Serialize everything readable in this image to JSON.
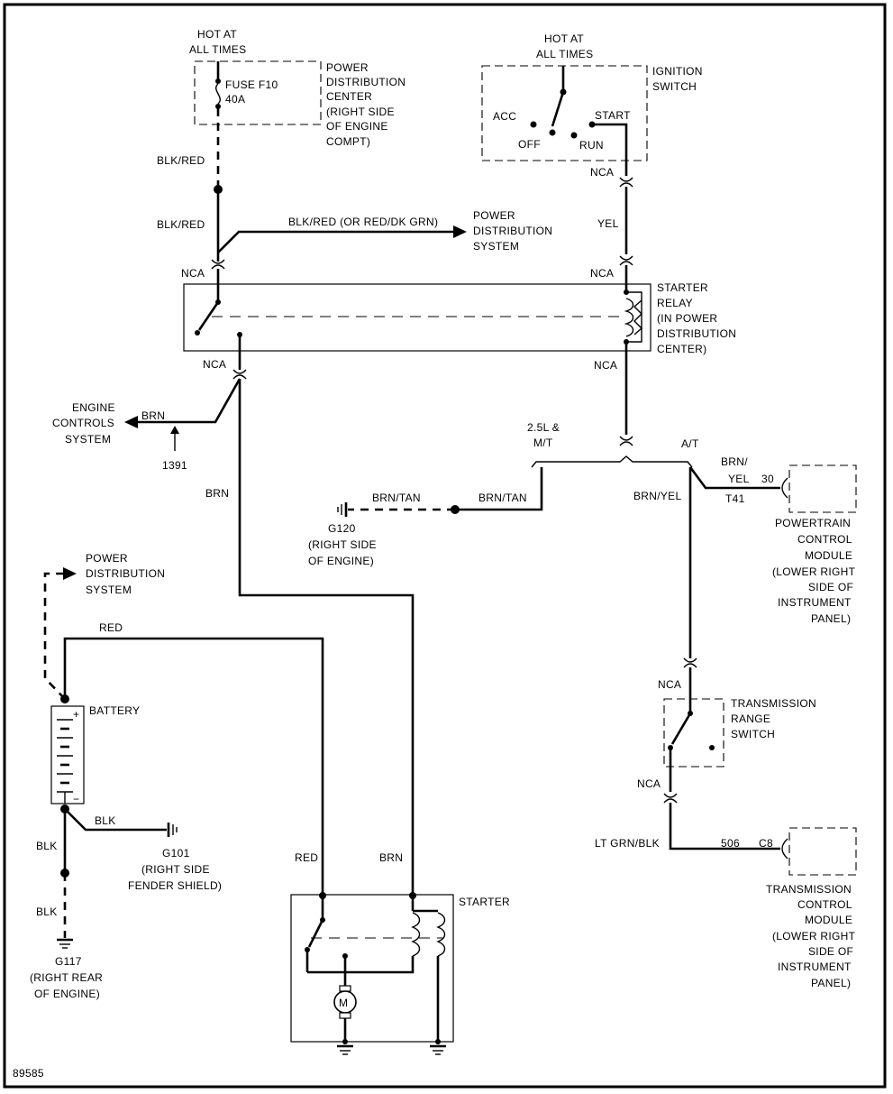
{
  "diagram_id": "89585",
  "fuse": {
    "hot_line1": "HOT AT",
    "hot_line2": "ALL TIMES",
    "name": "FUSE F10",
    "rating": "40A",
    "pdc_lines": [
      "POWER",
      "DISTRIBUTION",
      "CENTER",
      "(RIGHT SIDE",
      "OF ENGINE",
      "COMPT)"
    ]
  },
  "ignition": {
    "hot_line1": "HOT AT",
    "hot_line2": "ALL TIMES",
    "title_lines": [
      "IGNITION",
      "SWITCH"
    ],
    "acc": "ACC",
    "off": "OFF",
    "run": "RUN",
    "start": "START"
  },
  "wires": {
    "blk_red_1": "BLK/RED",
    "blk_red_2": "BLK/RED",
    "blk_red_branch": "BLK/RED (OR RED/DK GRN)",
    "yel": "YEL",
    "brn_engine": "BRN",
    "brn_down": "BRN",
    "brn_tan_1": "BRN/TAN",
    "brn_tan_2": "BRN/TAN",
    "brn_yel": "BRN/YEL",
    "brn_yel_pcm": [
      "BRN/",
      "YEL"
    ],
    "red_top": "RED",
    "red_starter": "RED",
    "brn_starter": "BRN",
    "blk_1": "BLK",
    "blk_2": "BLK",
    "blk_3": "BLK",
    "lt_grn_blk": "LT GRN/BLK"
  },
  "connectors": {
    "nca_ign": "NCA",
    "nca_relay_right_top": "NCA",
    "nca_relay_left_top": "NCA",
    "nca_relay_left_bottom": "NCA",
    "nca_relay_right_bottom": "NCA",
    "nca_trs_top": "NCA",
    "nca_trs_bottom": "NCA"
  },
  "pds_branch_lines": [
    "POWER",
    "DISTRIBUTION",
    "SYSTEM"
  ],
  "pds_battery_lines": [
    "POWER",
    "DISTRIBUTION",
    "SYSTEM"
  ],
  "relay_lines": [
    "STARTER",
    "RELAY",
    "(IN POWER",
    "DISTRIBUTION",
    "CENTER)"
  ],
  "engine_controls_lines": [
    "ENGINE",
    "CONTROLS",
    "SYSTEM"
  ],
  "splice_id": "1391",
  "options": {
    "mt": [
      "2.5L &",
      "M/T"
    ],
    "at": "A/T"
  },
  "g120_lines": [
    "G120",
    "(RIGHT SIDE",
    "OF ENGINE)"
  ],
  "pcm": {
    "pin": "30",
    "connector": "T41",
    "lines": [
      "POWERTRAIN",
      "CONTROL",
      "MODULE",
      "(LOWER RIGHT",
      "SIDE OF",
      "INSTRUMENT",
      "PANEL)"
    ]
  },
  "trs_lines": [
    "TRANSMISSION",
    "RANGE",
    "SWITCH"
  ],
  "tcm": {
    "circuit": "506",
    "connector": "C8",
    "lines": [
      "TRANSMISSION",
      "CONTROL",
      "MODULE",
      "(LOWER RIGHT",
      "SIDE OF",
      "INSTRUMENT",
      "PANEL)"
    ]
  },
  "battery": {
    "label": "BATTERY",
    "plus": "+",
    "minus": "−"
  },
  "g101_lines": [
    "G101",
    "(RIGHT SIDE",
    "FENDER SHIELD)"
  ],
  "g117_lines": [
    "G117",
    "(RIGHT REAR",
    "OF ENGINE)"
  ],
  "starter": {
    "label": "STARTER",
    "motor": "M"
  }
}
